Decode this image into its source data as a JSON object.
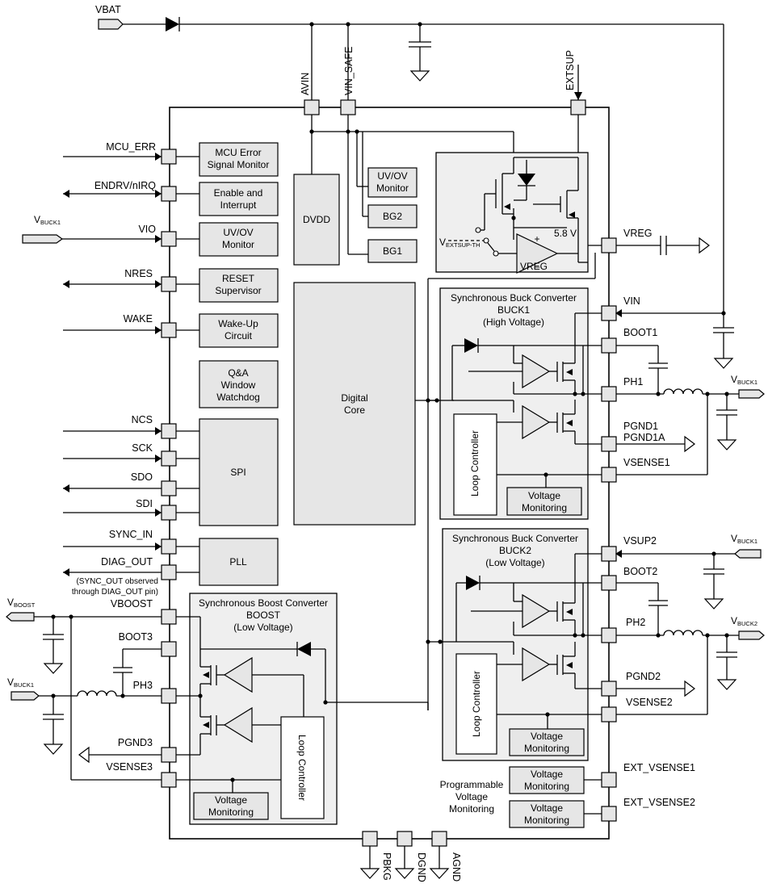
{
  "supply": {
    "vbat": "VBAT",
    "vboost": "BOOST",
    "vbuck1": "BUCK1",
    "vbuck2": "BUCK2",
    "v": "V",
    "vextsup_sub": "EXTSUP-TH"
  },
  "top_pins": {
    "avin": "AVIN",
    "vin_safe": "VIN_SAFE",
    "extsup": "EXTSUP"
  },
  "left_pins": {
    "mcu_err": "MCU_ERR",
    "endrv": "ENDRV/nIRQ",
    "vio": "VIO",
    "nres": "NRES",
    "wake": "WAKE",
    "ncs": "NCS",
    "sck": "SCK",
    "sdo": "SDO",
    "sdi": "SDI",
    "sync_in": "SYNC_IN",
    "diag_out": "DIAG_OUT",
    "diag_note_1": "(SYNC_OUT observed",
    "diag_note_2": "through DIAG_OUT pin)",
    "vboost": "VBOOST",
    "boot3": "BOOT3",
    "ph3": "PH3",
    "pgnd3": "PGND3",
    "vsense3": "VSENSE3"
  },
  "right_pins": {
    "vreg": "VREG",
    "vin": "VIN",
    "boot1": "BOOT1",
    "ph1": "PH1",
    "pgnd1": "PGND1",
    "pgnd1a": "PGND1A",
    "vsense1": "VSENSE1",
    "vsup2": "VSUP2",
    "boot2": "BOOT2",
    "ph2": "PH2",
    "pgnd2": "PGND2",
    "vsense2": "VSENSE2",
    "ext_vsense1": "EXT_VSENSE1",
    "ext_vsense2": "EXT_VSENSE2"
  },
  "bottom_pins": {
    "pbkg": "PBKG",
    "dgnd": "DGND",
    "agnd": "AGND"
  },
  "blocks": {
    "mcu_err_1": "MCU Error",
    "mcu_err_2": "Signal Monitor",
    "enable_1": "Enable and",
    "enable_2": "Interrupt",
    "uvov_left_1": "UV/OV",
    "uvov_left_2": "Monitor",
    "reset_1": "RESET",
    "reset_2": "Supervisor",
    "wakeup_1": "Wake-Up",
    "wakeup_2": "Circuit",
    "qa_1": "Q&A",
    "qa_2": "Window",
    "qa_3": "Watchdog",
    "spi": "SPI",
    "pll": "PLL",
    "dvdd": "DVDD",
    "uvov_top_1": "UV/OV",
    "uvov_top_2": "Monitor",
    "bg2": "BG2",
    "bg1": "BG1",
    "digital_1": "Digital",
    "digital_2": "Core",
    "vreg_label": "VREG",
    "vreg_volt": "5.8 V",
    "plus": "+",
    "minus": "–",
    "prog_1": "Programmable",
    "prog_2": "Voltage",
    "prog_3": "Monitoring",
    "vm_1": "Voltage",
    "vm_2": "Monitoring",
    "loop": "Loop Controller"
  },
  "converters": {
    "buck1": {
      "t1": "Synchronous Buck Converter",
      "t2": "BUCK1",
      "t3": "(High Voltage)"
    },
    "buck2": {
      "t1": "Synchronous Buck Converter",
      "t2": "BUCK2",
      "t3": "(Low Voltage)"
    },
    "boost": {
      "t1": "Synchronous Boost Converter",
      "t2": "BOOST",
      "t3": "(Low Voltage)"
    }
  }
}
